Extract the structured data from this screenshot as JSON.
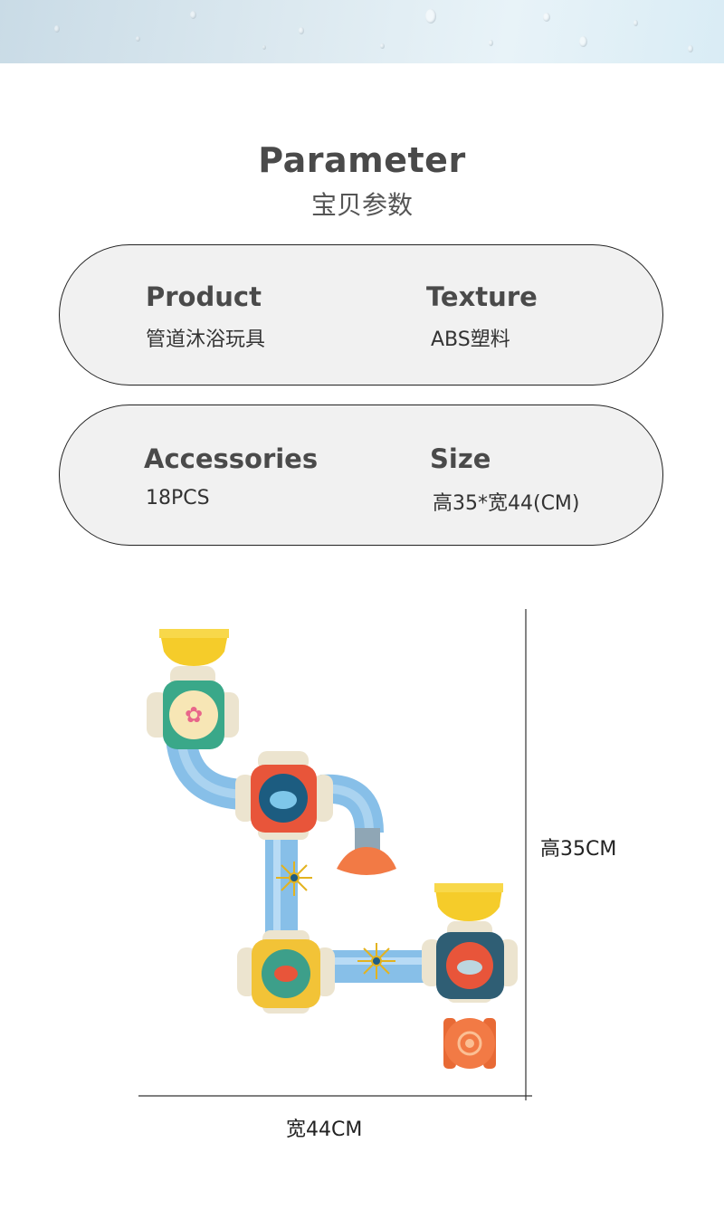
{
  "header": {
    "title": "Parameter",
    "subtitle": "宝贝参数"
  },
  "params": [
    {
      "label": "Product",
      "value": "管道沐浴玩具"
    },
    {
      "label": "Texture",
      "value": "ABS塑料"
    },
    {
      "label": "Accessories",
      "value": "18PCS"
    },
    {
      "label": "Size",
      "value": "高35*宽44(CM)"
    }
  ],
  "dimensions": {
    "height_label": "高35CM",
    "width_label": "宽44CM"
  },
  "colors": {
    "card_bg": "#f1f1f1",
    "yellow_cup": "#f5cc2a",
    "green_joint": "#3aa889",
    "red_joint": "#e8553a",
    "yellow_joint": "#f2c337",
    "navy_joint": "#2f5e74",
    "orange_wheel": "#f27a45",
    "tube_blue": "#7ab8e6"
  }
}
